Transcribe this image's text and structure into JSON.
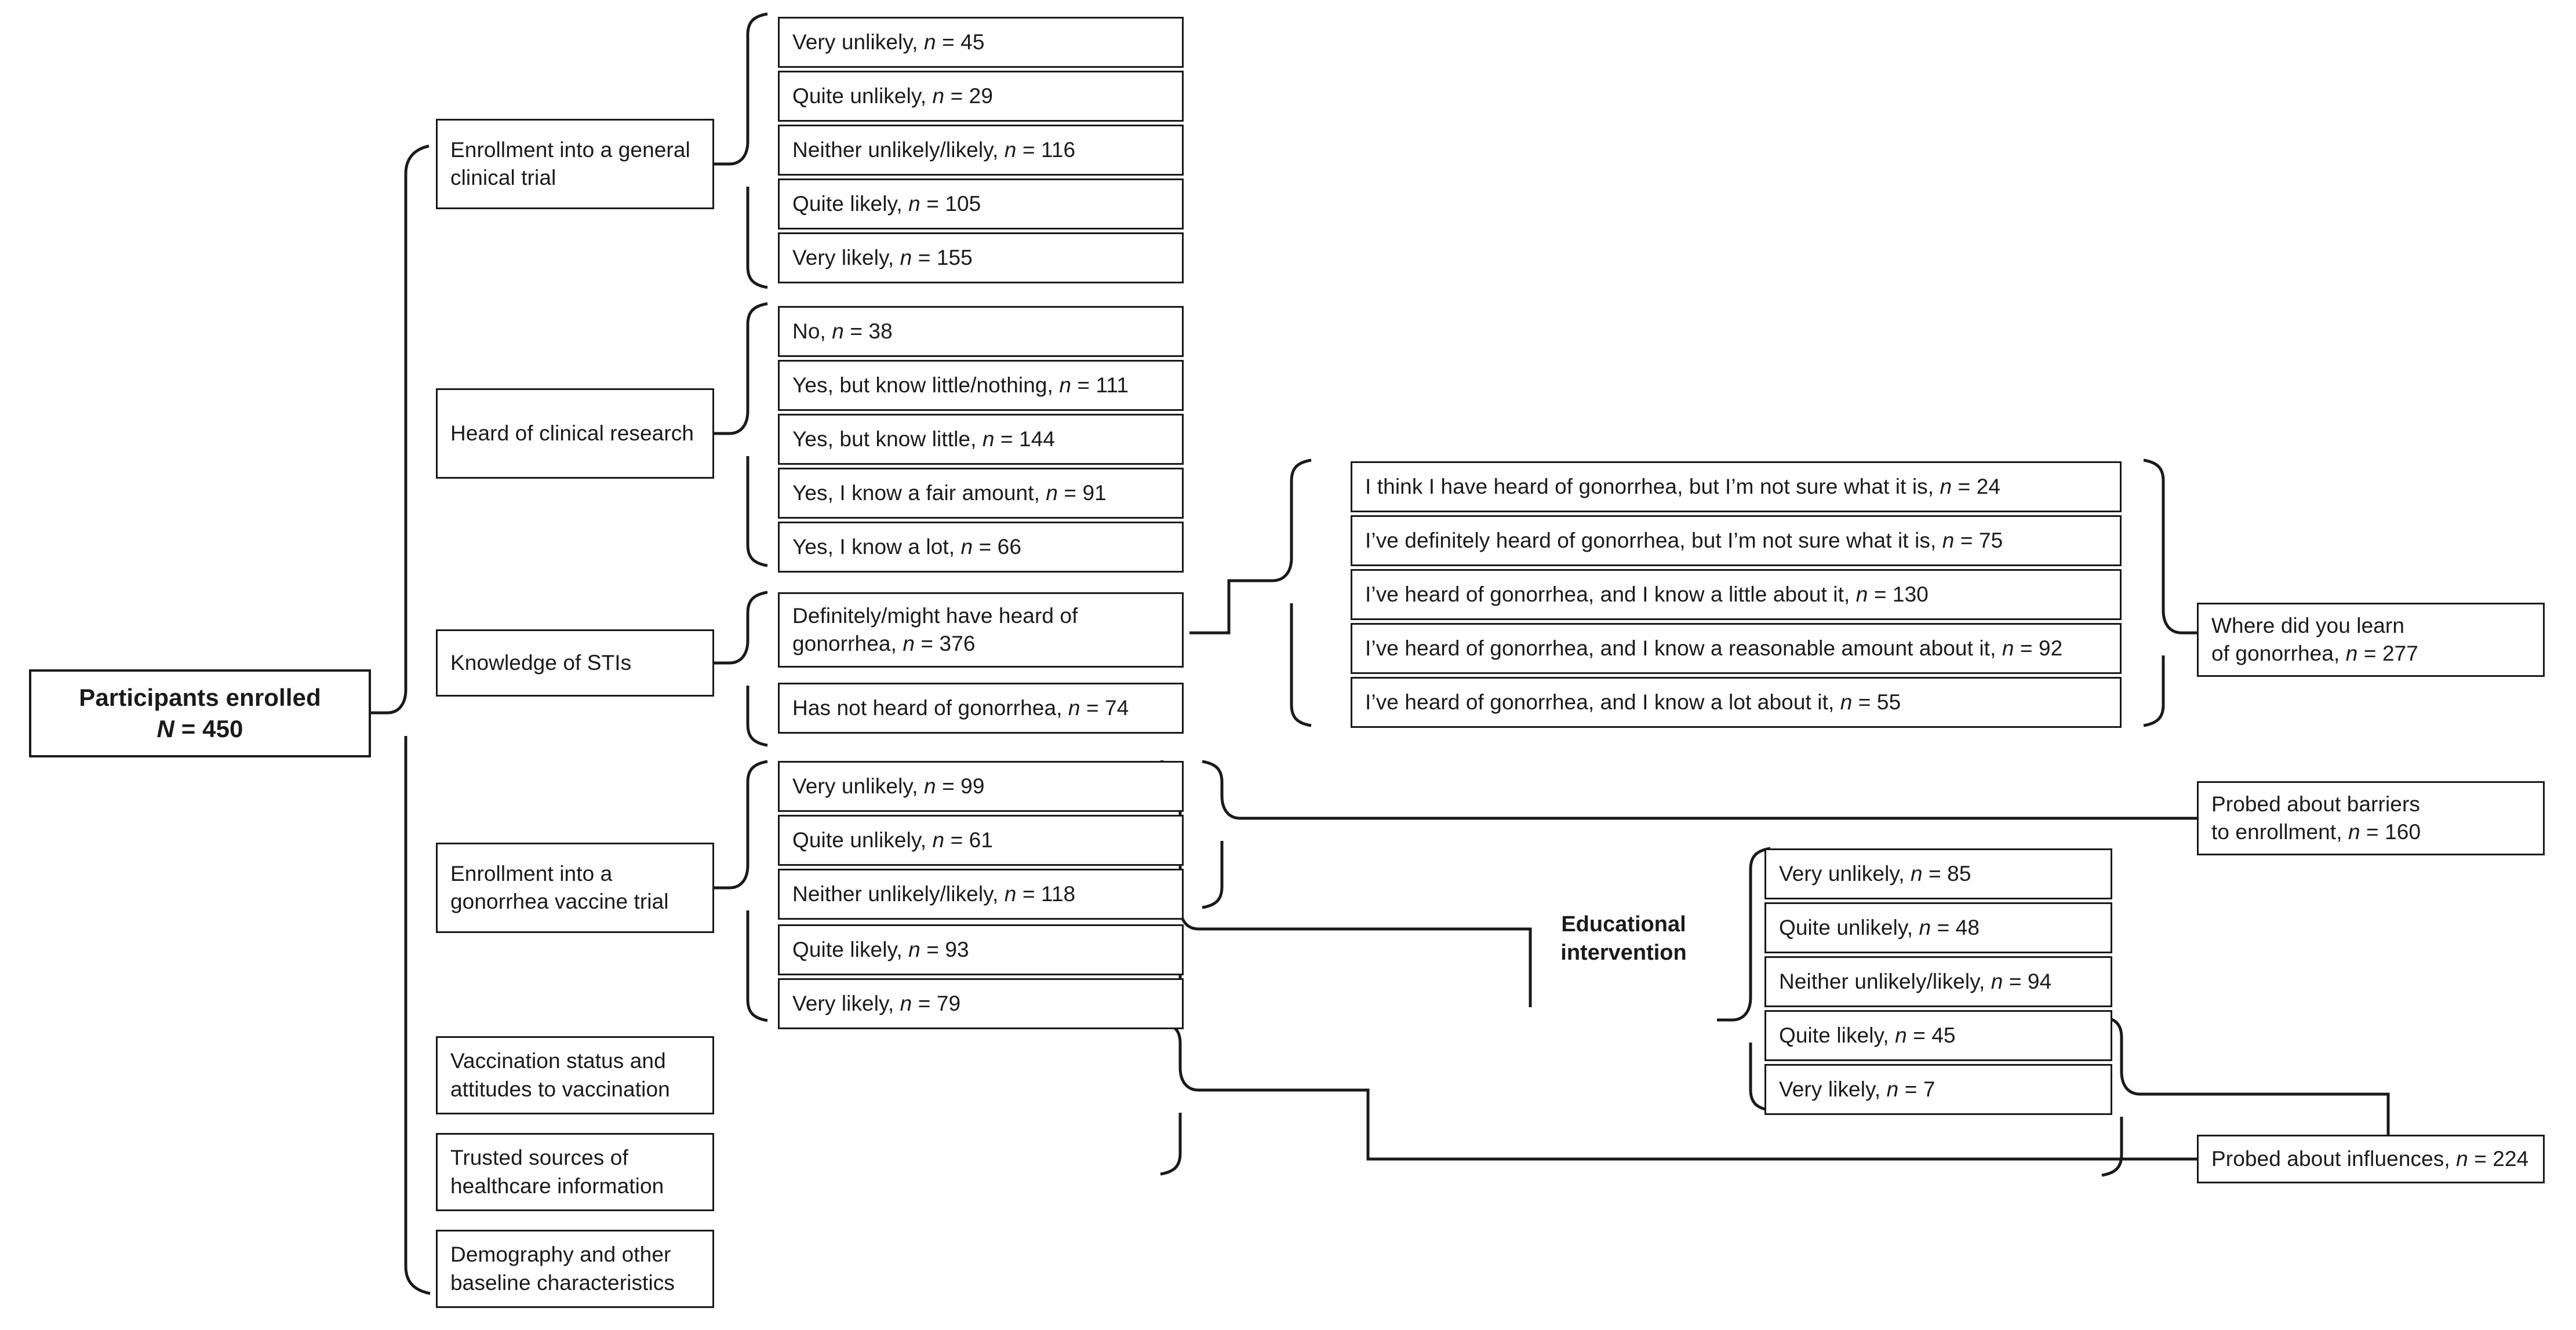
{
  "diagram": {
    "type": "study-flow-diagram",
    "root": {
      "line1": "Participants enrolled",
      "line2_label": "N",
      "line2_value": "= 450",
      "line2": "N = 450"
    },
    "domains": [
      {
        "id": "general-trial",
        "label": "Enrollment into a general clinical trial"
      },
      {
        "id": "heard-research",
        "label": "Heard of clinical research"
      },
      {
        "id": "knowledge-sti",
        "label": "Knowledge of STIs"
      },
      {
        "id": "gono-vaccine-trial",
        "label": "Enrollment into a gonorrhea vaccine trial"
      },
      {
        "id": "vaccination-status",
        "label": "Vaccination status  and attitudes to vaccination"
      },
      {
        "id": "trusted-sources",
        "label": "Trusted sources of healthcare information"
      },
      {
        "id": "demography",
        "label": "Demography and other baseline characteristics"
      }
    ],
    "general_trial_responses": [
      {
        "label": "Very unlikely",
        "n": 45,
        "text": "Very unlikely, n = 45"
      },
      {
        "label": "Quite unlikely",
        "n": 29,
        "text": "Quite unlikely, n = 29"
      },
      {
        "label": "Neither unlikely/likely",
        "n": 116,
        "text": "Neither unlikely/likely, n = 116"
      },
      {
        "label": "Quite likely",
        "n": 105,
        "text": "Quite likely, n = 105"
      },
      {
        "label": "Very likely",
        "n": 155,
        "text": "Very likely, n = 155"
      }
    ],
    "heard_research_responses": [
      {
        "label": "No",
        "n": 38,
        "text": "No, n = 38"
      },
      {
        "label": "Yes, but know little/nothing",
        "n": 111,
        "text": "Yes, but know little/nothing, n = 111"
      },
      {
        "label": "Yes, but know little",
        "n": 144,
        "text": "Yes, but know little, n = 144"
      },
      {
        "label": "Yes, I know a fair amount",
        "n": 91,
        "text": "Yes, I know a fair amount, n = 91"
      },
      {
        "label": "Yes, I know a lot",
        "n": 66,
        "text": "Yes, I know a lot, n = 66"
      }
    ],
    "knowledge_sti_responses": [
      {
        "label": "Definitely/might have heard of gonorrhea",
        "n": 376,
        "text": "Definitely/might have heard of gonorrhea, n = 376"
      },
      {
        "label": "Has not heard of gonorrhea",
        "n": 74,
        "text": "Has not heard of gonorrhea, n = 74"
      }
    ],
    "gonorrhea_detail_responses": [
      {
        "label": "I think I have heard of gonorrhea, but I’m not sure what it is",
        "n": 24,
        "text": "I think I have heard of gonorrhea, but I’m not sure what it is, n = 24"
      },
      {
        "label": "I’ve definitely heard of gonorrhea, but I’m not sure what it is",
        "n": 75,
        "text": "I’ve definitely heard of gonorrhea, but I’m not sure what it is, n = 75"
      },
      {
        "label": "I’ve heard of gonorrhea, and I know a little about it",
        "n": 130,
        "text": "I’ve heard of gonorrhea, and I know a little about it, n = 130"
      },
      {
        "label": "I’ve heard of gonorrhea, and I know a reasonable amount about it",
        "n": 92,
        "text": "I’ve heard of gonorrhea, and I know a reasonable amount about it, n = 92"
      },
      {
        "label": "I’ve heard of gonorrhea, and I know a lot about it",
        "n": 55,
        "text": "I’ve heard of gonorrhea, and I know a lot about it, n = 55"
      }
    ],
    "where_learn": {
      "line1": "Where did you learn",
      "line2": "of gonorrhea, n = 277",
      "n": 277,
      "text": "Where did you learn of gonorrhea, n = 277"
    },
    "gono_vaccine_responses": [
      {
        "label": "Very unlikely",
        "n": 99,
        "text": "Very unlikely, n = 99"
      },
      {
        "label": "Quite unlikely",
        "n": 61,
        "text": "Quite unlikely, n = 61"
      },
      {
        "label": "Neither unlikely/likely",
        "n": 118,
        "text": "Neither unlikely/likely, n = 118"
      },
      {
        "label": "Quite likely",
        "n": 93,
        "text": "Quite likely, n = 93"
      },
      {
        "label": "Very likely",
        "n": 79,
        "text": "Very likely, n = 79"
      }
    ],
    "barriers": {
      "line1": "Probed about barriers",
      "line2": "to enrollment, n = 160",
      "n": 160,
      "text": "Probed about barriers to enrollment, n = 160"
    },
    "educational_intervention": {
      "line1": "Educational",
      "line2": "intervention",
      "text": "Educational intervention"
    },
    "post_intervention_responses": [
      {
        "label": "Very unlikely",
        "n": 85,
        "text": "Very unlikely, n = 85"
      },
      {
        "label": "Quite unlikely",
        "n": 48,
        "text": "Quite unlikely, n = 48"
      },
      {
        "label": "Neither unlikely/likely",
        "n": 94,
        "text": "Neither unlikely/likely, n = 94"
      },
      {
        "label": "Quite likely",
        "n": 45,
        "text": "Quite likely, n = 45"
      },
      {
        "label": "Very likely",
        "n": 7,
        "text": "Very likely, n = 7"
      }
    ],
    "influences": {
      "n": 224,
      "text": "Probed about influences, n = 224"
    }
  }
}
